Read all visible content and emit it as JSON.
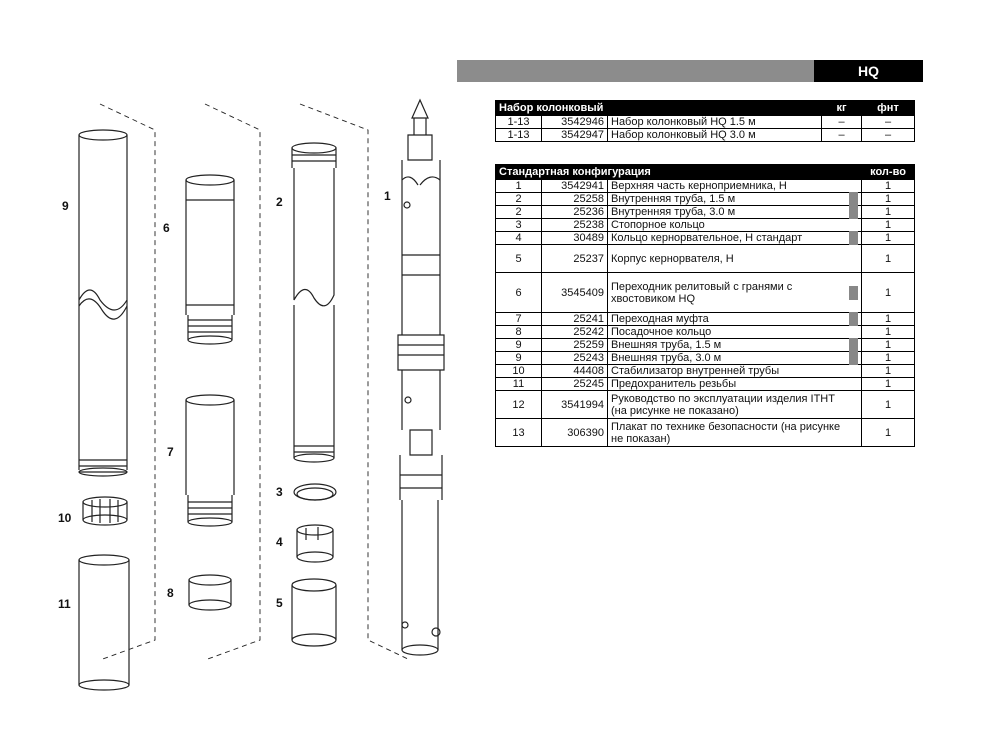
{
  "header": {
    "title": "HQ"
  },
  "kit_table": {
    "title": "Набор колонковый",
    "col_kg": "кг",
    "col_lb": "фнт",
    "rows": [
      {
        "num": "1-13",
        "code": "3542946",
        "name": "Набор колонковый HQ 1.5 м",
        "kg": "–",
        "lb": "–"
      },
      {
        "num": "1-13",
        "code": "3542947",
        "name": "Набор колонковый  HQ 3.0 м",
        "kg": "–",
        "lb": "–"
      }
    ]
  },
  "config_table": {
    "title": "Стандартная конфигурация",
    "col_qty": "кол-во",
    "rows": [
      {
        "num": "1",
        "code": "3542941",
        "name": "Верхняя часть керноприемника, H",
        "qty": "1",
        "marker": false
      },
      {
        "num": "2",
        "code": "25258",
        "name": "Внутренняя труба, 1.5 м",
        "qty": "1",
        "marker": true
      },
      {
        "num": "2",
        "code": "25236",
        "name": "Внутренняя труба, 3.0 м",
        "qty": "1",
        "marker": true
      },
      {
        "num": "3",
        "code": "25238",
        "name": "Стопорное кольцо",
        "qty": "1",
        "marker": false
      },
      {
        "num": "4",
        "code": "30489",
        "name": "Кольцо кернорвательное, H стандарт",
        "qty": "1",
        "marker": true
      },
      {
        "num": "5",
        "code": "25237",
        "name": "Корпус кернорвателя, H",
        "qty": "1",
        "marker": false
      },
      {
        "num": "6",
        "code": "3545409",
        "name": "Переходник релитовый с гранями с хвостовиком HQ",
        "qty": "1",
        "marker": true
      },
      {
        "num": "7",
        "code": "25241",
        "name": "Переходная муфта",
        "qty": "1",
        "marker": true
      },
      {
        "num": "8",
        "code": "25242",
        "name": "Посадочное кольцо",
        "qty": "1",
        "marker": false
      },
      {
        "num": "9",
        "code": "25259",
        "name": "Внешняя труба, 1.5 м",
        "qty": "1",
        "marker": true
      },
      {
        "num": "9",
        "code": "25243",
        "name": "Внешняя труба, 3.0 м",
        "qty": "1",
        "marker": true
      },
      {
        "num": "10",
        "code": "44408",
        "name": "Стабилизатор внутренней трубы",
        "qty": "1",
        "marker": false
      },
      {
        "num": "11",
        "code": "25245",
        "name": "Предохранитель резьбы",
        "qty": "1",
        "marker": false
      },
      {
        "num": "12",
        "code": "3541994",
        "name": "Руководство по эксплуатации изделия ITHT (на рисунке не показано)",
        "qty": "1",
        "marker": false
      },
      {
        "num": "13",
        "code": "306390",
        "name": "Плакат по технике безопасности (на рисунке не показан)",
        "qty": "1",
        "marker": false
      }
    ]
  },
  "drawing_labels": {
    "p9": "9",
    "p6": "6",
    "p2": "2",
    "p1": "1",
    "p10": "10",
    "p11": "11",
    "p7": "7",
    "p8": "8",
    "p3": "3",
    "p4": "4",
    "p5": "5"
  }
}
